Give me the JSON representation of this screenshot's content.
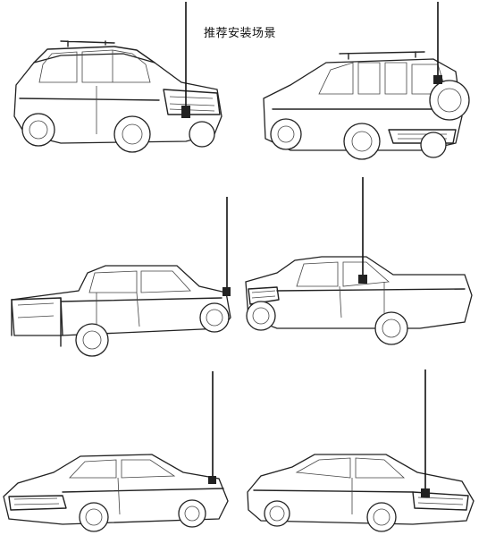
{
  "title": "推荐安装场景",
  "scenes": [
    {
      "vehicle": "suv",
      "view": "front-left",
      "antenna": "front-bumper"
    },
    {
      "vehicle": "suv",
      "view": "rear-right",
      "antenna": "rear-spare-wheel"
    },
    {
      "vehicle": "pickup",
      "view": "rear-left",
      "antenna": "front-fender"
    },
    {
      "vehicle": "pickup",
      "view": "front-left",
      "antenna": "cab-rear-corner"
    },
    {
      "vehicle": "sedan",
      "view": "front-left",
      "antenna": "trunk-lid"
    },
    {
      "vehicle": "sedan",
      "view": "front-right",
      "antenna": "front-bumper"
    }
  ]
}
